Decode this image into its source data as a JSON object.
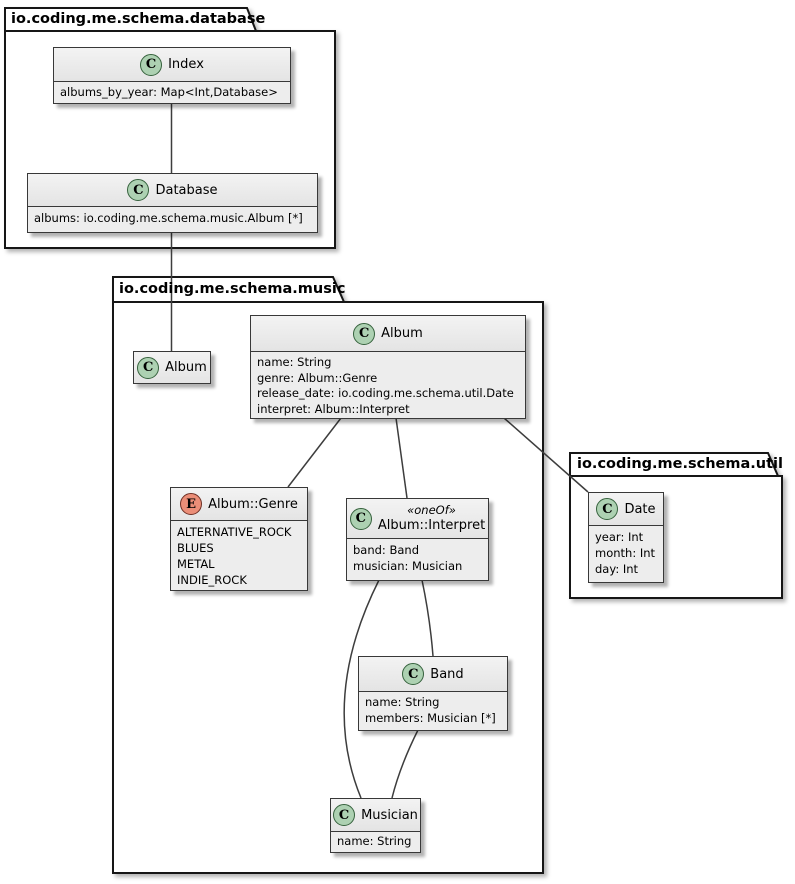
{
  "packages": {
    "database": {
      "title": "io.coding.me.schema.database"
    },
    "music": {
      "title": "io.coding.me.schema.music"
    },
    "util": {
      "title": "io.coding.me.schema.util"
    }
  },
  "classes": {
    "index": {
      "kind": "C",
      "name": "Index",
      "members": [
        "albums_by_year: Map<Int,Database>"
      ]
    },
    "database": {
      "kind": "C",
      "name": "Database",
      "members": [
        "albums: io.coding.me.schema.music.Album [*]"
      ]
    },
    "album_ref": {
      "kind": "C",
      "name": "Album"
    },
    "album": {
      "kind": "C",
      "name": "Album",
      "members": [
        "name: String",
        "genre: Album::Genre",
        "release_date: io.coding.me.schema.util.Date",
        "interpret: Album::Interpret"
      ]
    },
    "genre": {
      "kind": "E",
      "name": "Album::Genre",
      "members": [
        "ALTERNATIVE_ROCK",
        "BLUES",
        "METAL",
        "INDIE_ROCK"
      ]
    },
    "interpret": {
      "kind": "C",
      "stereotype": "«oneOf»",
      "name": "Album::Interpret",
      "members": [
        "band: Band",
        "musician: Musician"
      ]
    },
    "band": {
      "kind": "C",
      "name": "Band",
      "members": [
        "name: String",
        "members: Musician [*]"
      ]
    },
    "musician": {
      "kind": "C",
      "name": "Musician",
      "members": [
        "name: String"
      ]
    },
    "date": {
      "kind": "C",
      "name": "Date",
      "members": [
        "year: Int",
        "month: Int",
        "day: Int"
      ]
    }
  },
  "colors": {
    "class_spot_fill": "#ADD1B2",
    "enum_spot_fill": "#EB8E78",
    "box_fill": "#EDEDED",
    "border": "#383838"
  }
}
